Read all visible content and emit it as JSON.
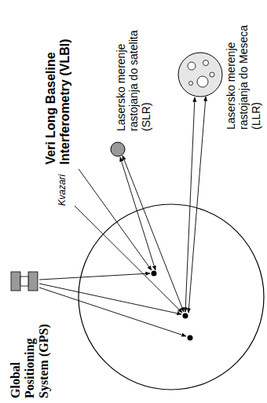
{
  "diagram": {
    "labels": [
      "Global Positioning System (GPS)",
      "Veri Long Baseline Interferometry (VLBI)",
      "Lasersko merenje rastojanja do satelita (SLR)",
      "Lasersko merenje rastojanja do Meseca (LLR)",
      "Kvazari"
    ]
  }
}
